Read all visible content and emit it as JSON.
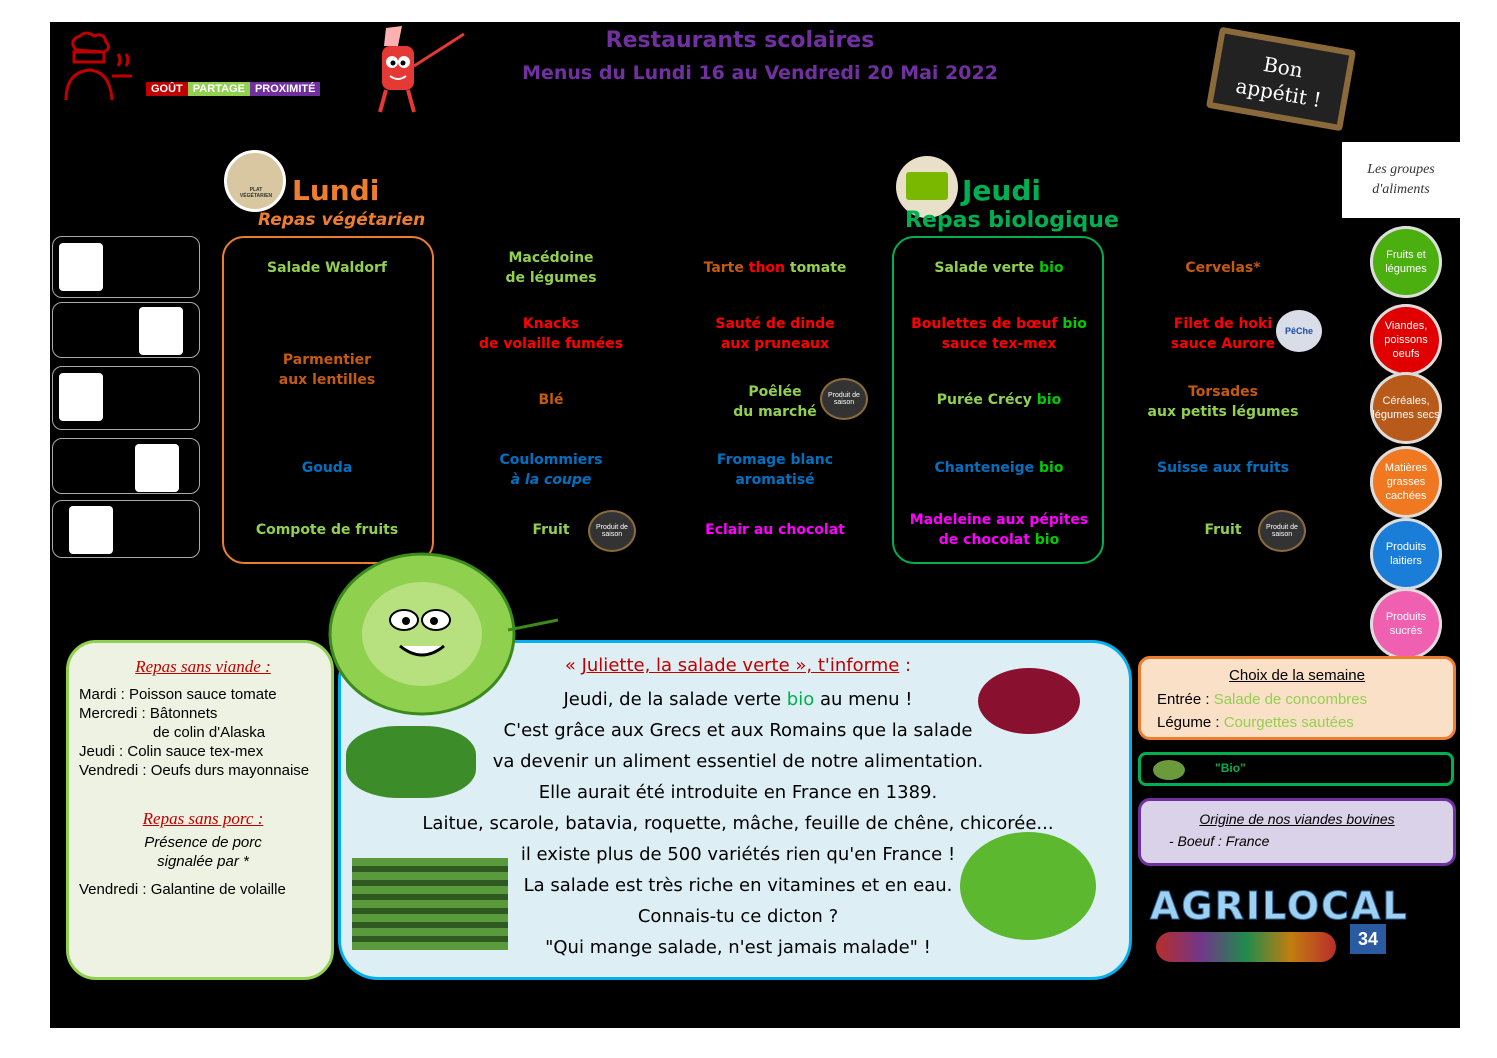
{
  "header": {
    "title": "Restaurants scolaires",
    "subtitle": "Menus du Lundi 16 au Vendredi 20 Mai 2022",
    "slate_line1": "Bon",
    "slate_line2": "appétit !",
    "tagline": [
      "GOÛT",
      "PARTAGE",
      "PROXIMITÉ"
    ]
  },
  "lundi": {
    "name": "Lundi",
    "sub": "Repas végétarien",
    "icon_label": "PLAT VÉGÉTARIEN"
  },
  "jeudi": {
    "name": "Jeudi",
    "sub": "Repas biologique"
  },
  "groups": {
    "title_line1": "Les groupes",
    "title_line2": "d'aliments",
    "items": [
      {
        "label": "Fruits et légumes",
        "color": "#4caf10"
      },
      {
        "label": "Viandes, poissons oeufs",
        "color": "#e00000"
      },
      {
        "label": "Céréales, légumes secs",
        "color": "#b85a1a"
      },
      {
        "label": "Matières grasses cachées",
        "color": "#f07820"
      },
      {
        "label": "Produits laitiers",
        "color": "#1a7ed8"
      },
      {
        "label": "Produits sucrés",
        "color": "#f060b0"
      }
    ]
  },
  "menu": {
    "lundi": {
      "entree": "Salade Waldorf",
      "plat_1": "Parmentier",
      "plat_2": "aux lentilles",
      "laitier": "Gouda",
      "dessert": "Compote de fruits"
    },
    "mardi": {
      "entree_1": "Macédoine",
      "entree_2": "de légumes",
      "plat_1": "Knacks",
      "plat_2": "de volaille fumées",
      "accomp": "Blé",
      "laitier_1": "Coulommiers",
      "laitier_2": "à la coupe",
      "dessert": "Fruit"
    },
    "mercredi": {
      "entree_a": "Tarte ",
      "entree_b": "thon",
      "entree_c": " tomate",
      "plat_1": "Sauté de dinde",
      "plat_2": "aux pruneaux",
      "accomp_1": "Poêlée",
      "accomp_2": "du marché",
      "laitier_1": "Fromage blanc",
      "laitier_2": "aromatisé",
      "dessert": "Eclair au chocolat"
    },
    "jeudi": {
      "entree_a": "Salade verte ",
      "entree_b": "bio",
      "plat_1a": "Boulettes de bœuf ",
      "plat_1b": "bio",
      "plat_2": "sauce tex-mex",
      "accomp_a": "Purée Crécy ",
      "accomp_b": "bio",
      "laitier_a": "Chanteneige ",
      "laitier_b": "bio",
      "dessert_1": "Madeleine aux pépites",
      "dessert_2a": "de chocolat ",
      "dessert_2b": "bio"
    },
    "vendredi": {
      "entree": "Cervelas*",
      "plat_1": "Filet de hoki",
      "plat_2": "sauce Aurore",
      "accomp_1": "Torsades",
      "accomp_2": "aux petits légumes",
      "laitier": "Suisse aux fruits",
      "dessert": "Fruit"
    }
  },
  "badge_text": "Produit de saison",
  "peche_label": "PêChe",
  "left_panel": {
    "title1": "Repas sans viande :",
    "lines": [
      "Mardi : Poisson sauce tomate",
      "Mercredi : Bâtonnets",
      "de colin d'Alaska",
      "Jeudi : Colin sauce tex-mex",
      "Vendredi : Oeufs durs mayonnaise"
    ],
    "title2": "Repas sans porc :",
    "porc_1": "Présence de porc",
    "porc_2": "signalée par *",
    "porc_3": "Vendredi : Galantine de volaille"
  },
  "center_panel": {
    "title_open": "« ",
    "title": "Juliette, la salade verte », t'informe",
    "title_close": " :",
    "line1a": "Jeudi, de la salade verte ",
    "line1b": "bio",
    "line1c": " au menu !",
    "lines": [
      "C'est grâce aux Grecs et aux Romains que la salade",
      "va devenir un aliment essentiel de notre alimentation.",
      "Elle aurait été introduite en France en 1389.",
      "Laitue, scarole, batavia, roquette, mâche, feuille de chêne, chicorée...",
      "il existe plus de 500 variétés rien qu'en France !",
      "La salade est très riche en vitamines et en eau.",
      "Connais-tu ce dicton ?",
      "\"Qui mange salade, n'est jamais malade\" !"
    ]
  },
  "choix": {
    "title": "Choix de la semaine",
    "entree_label": "Entrée : ",
    "entree_value": "Salade de concombres",
    "legume_label": "Légume : ",
    "legume_value": "Courgettes sautées"
  },
  "bio_legend": "\"Bio\"",
  "origine": {
    "title": "Origine de nos viandes bovines",
    "line": "- Boeuf : France"
  },
  "agrilocal": {
    "name": "AGRILOCAL",
    "number": "34"
  }
}
